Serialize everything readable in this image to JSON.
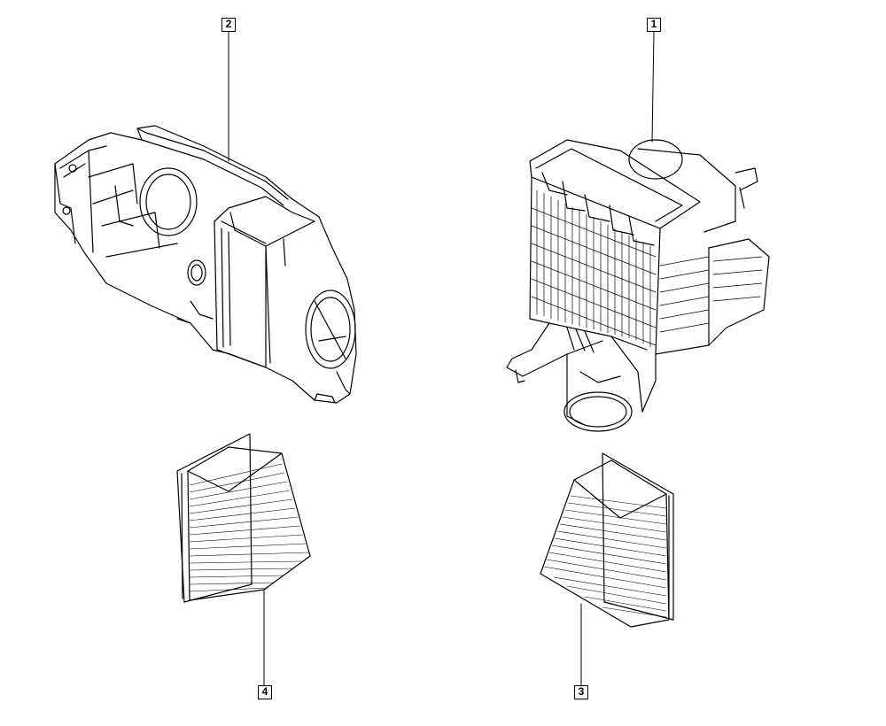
{
  "callouts": {
    "c1": "1",
    "c2": "2",
    "c3": "3",
    "c4": "4"
  },
  "colors": {
    "line": "#000000",
    "background": "#ffffff"
  },
  "icons": [
    "air-filter-housing-icon",
    "air-filter-housing-cover-icon",
    "air-filter-element-icon"
  ]
}
